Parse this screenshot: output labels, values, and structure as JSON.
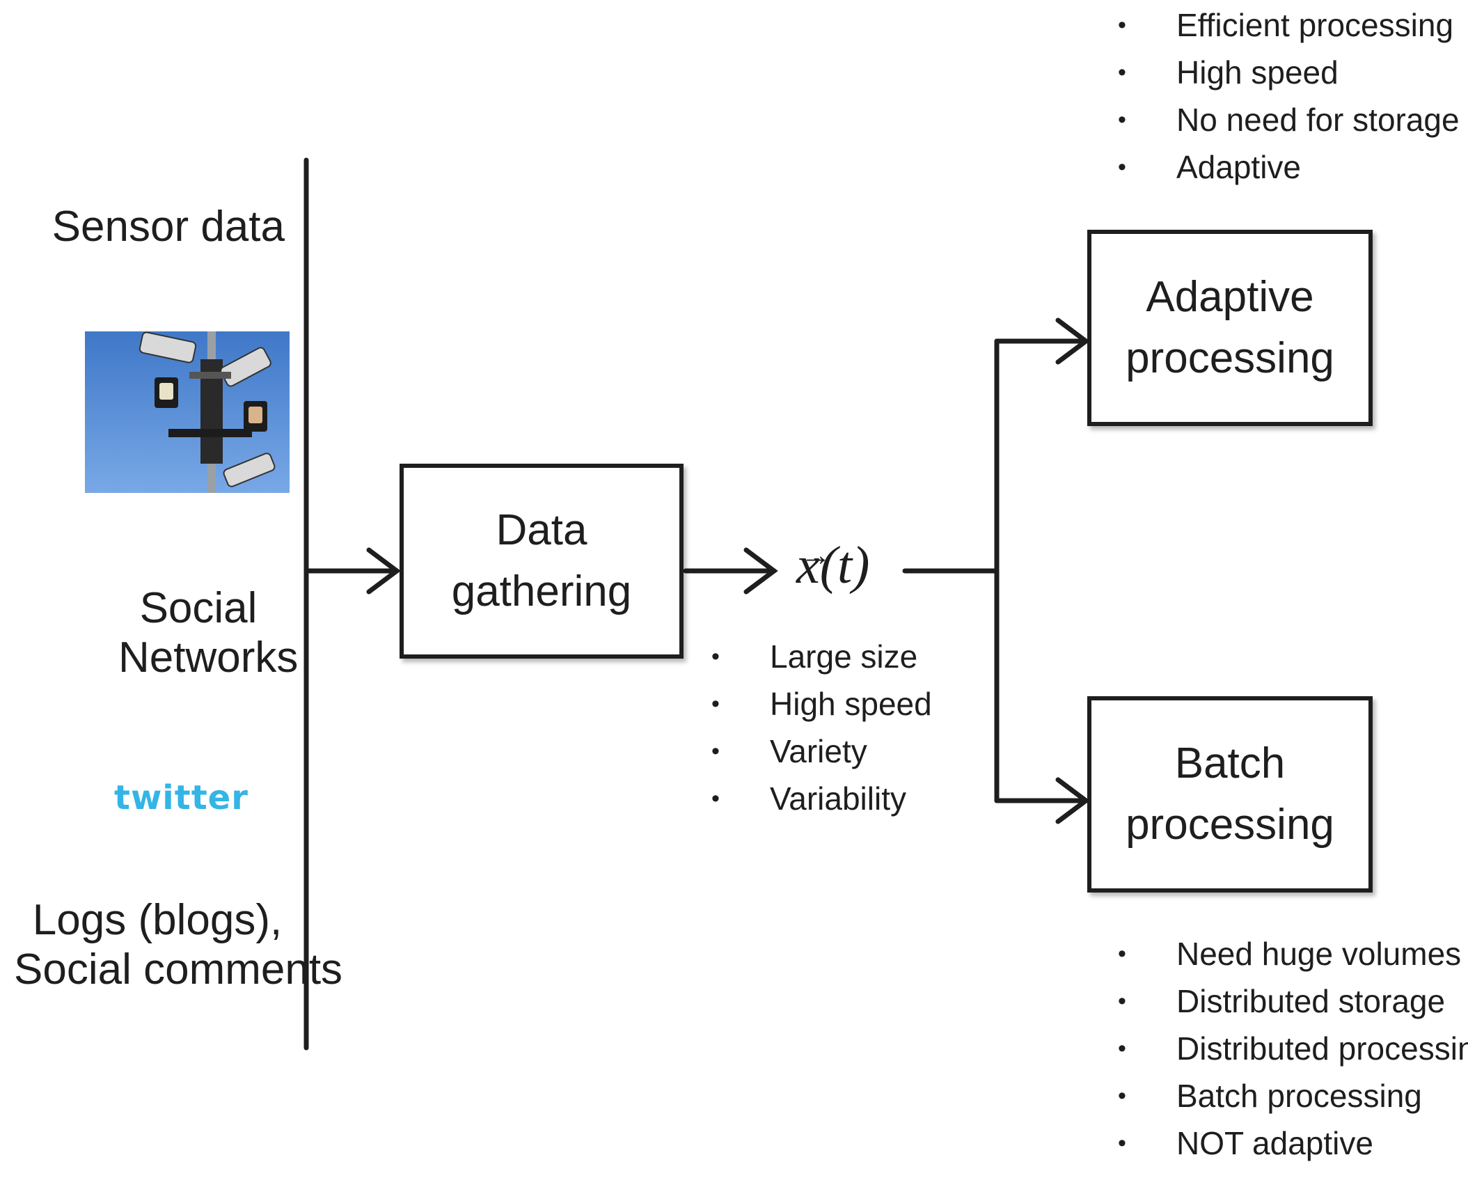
{
  "sources": {
    "sensor_label": "Sensor data",
    "sensor_image_icon": "surveillance-camera-photo",
    "social_label_line1": "Social",
    "social_label_line2": "Networks",
    "twitter_logo_text": "twitter",
    "logs_label_line1": "Logs (blogs),",
    "logs_label_line2": "Social comments"
  },
  "gathering_box": {
    "line1": "Data",
    "line2": "gathering"
  },
  "signal": {
    "symbol": "x",
    "arg": "(t)"
  },
  "signal_properties": [
    "Large size",
    "High speed",
    "Variety",
    "Variability"
  ],
  "adaptive_box": {
    "line1": "Adaptive",
    "line2": "processing"
  },
  "adaptive_properties": [
    "Efficient processing",
    "High speed",
    "No need for storage",
    "Adaptive"
  ],
  "batch_box": {
    "line1": "Batch",
    "line2": "processing"
  },
  "batch_properties": [
    "Need huge volumes",
    "Distributed storage",
    "Distributed processing",
    "Batch processing",
    "NOT adaptive"
  ],
  "colors": {
    "stroke": "#1e1e1e",
    "twitter": "#33b5e5",
    "sky": "#4f88d6"
  }
}
